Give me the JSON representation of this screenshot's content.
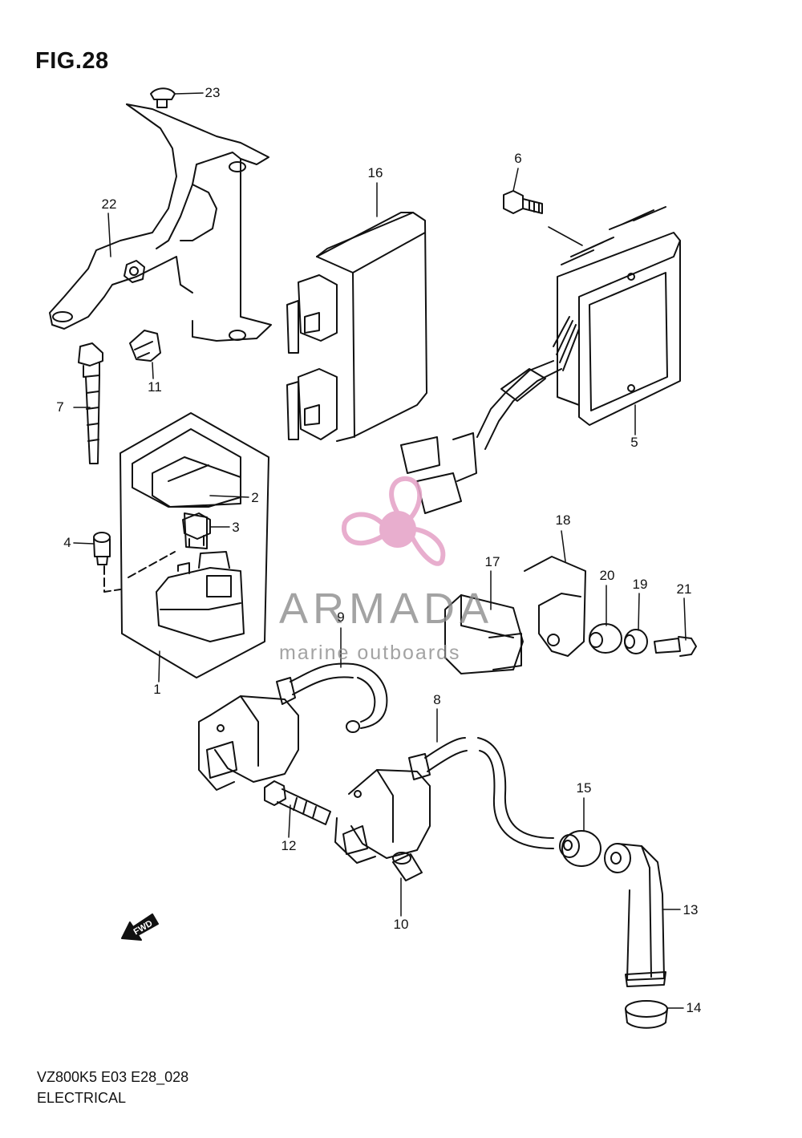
{
  "figure": {
    "title": "FIG.28",
    "model_code": "VZ800K5 E03 E28_028",
    "section": "ELECTRICAL"
  },
  "callouts": [
    {
      "id": "1",
      "label": "1"
    },
    {
      "id": "2",
      "label": "2"
    },
    {
      "id": "3",
      "label": "3"
    },
    {
      "id": "4",
      "label": "4"
    },
    {
      "id": "5",
      "label": "5"
    },
    {
      "id": "6",
      "label": "6"
    },
    {
      "id": "7",
      "label": "7"
    },
    {
      "id": "8",
      "label": "8"
    },
    {
      "id": "9",
      "label": "9"
    },
    {
      "id": "10",
      "label": "10"
    },
    {
      "id": "11",
      "label": "11"
    },
    {
      "id": "12",
      "label": "12"
    },
    {
      "id": "13",
      "label": "13"
    },
    {
      "id": "14",
      "label": "14"
    },
    {
      "id": "15",
      "label": "15"
    },
    {
      "id": "16",
      "label": "16"
    },
    {
      "id": "17",
      "label": "17"
    },
    {
      "id": "18",
      "label": "18"
    },
    {
      "id": "19",
      "label": "19"
    },
    {
      "id": "20",
      "label": "20"
    },
    {
      "id": "21",
      "label": "21"
    },
    {
      "id": "22",
      "label": "22"
    },
    {
      "id": "23",
      "label": "23"
    }
  ],
  "fwd_arrow": {
    "label": "FWD"
  },
  "watermark": {
    "name": "ARMADA",
    "tagline": "marine outboards",
    "logo_color": "#e6a6c9"
  }
}
